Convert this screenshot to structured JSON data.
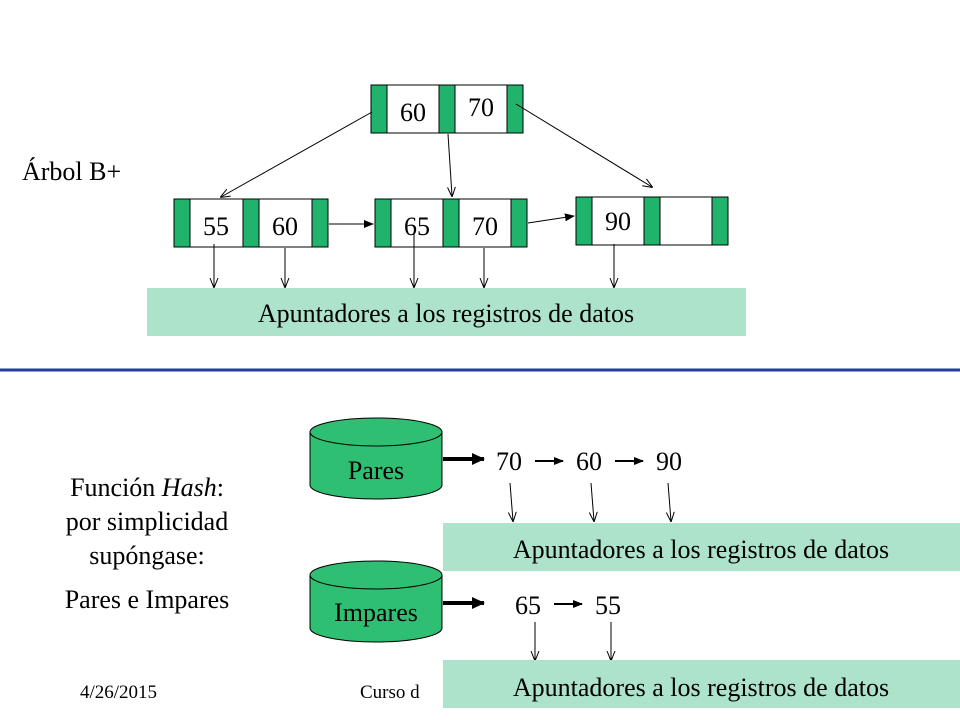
{
  "colors": {
    "pointer_green": "#1fb36b",
    "data_box_fill": "#ade3cb",
    "separator_blue": "#1f3d99",
    "cylinder_fill": "#2fbf73"
  },
  "btree": {
    "label": "Árbol B+",
    "root_keys": [
      "60",
      "70"
    ],
    "leaves": [
      {
        "keys": [
          "55",
          "60"
        ]
      },
      {
        "keys": [
          "65",
          "70"
        ]
      },
      {
        "keys": [
          "90",
          ""
        ]
      }
    ],
    "data_box": "Apuntadores a los registros de datos"
  },
  "hash": {
    "label_lines": [
      "Función ",
      "Hash",
      ":",
      "por simplicidad",
      "supóngase:",
      "Pares e Impares"
    ],
    "buckets": [
      {
        "name": "Pares",
        "chain": [
          "70",
          "60",
          "90"
        ],
        "data_box": "Apuntadores a los registros de datos"
      },
      {
        "name": "Impares",
        "chain": [
          "65",
          "55"
        ],
        "data_box": "Apuntadores a los registros de datos"
      }
    ]
  },
  "footer": {
    "date": "4/26/2015",
    "course": "Curso d"
  }
}
